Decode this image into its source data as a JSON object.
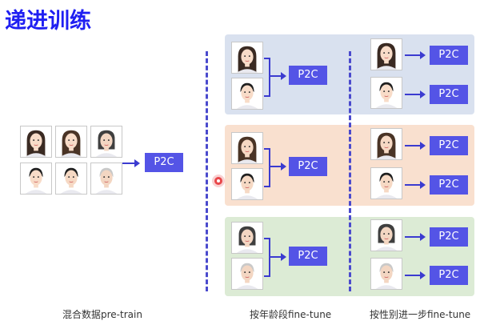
{
  "title": "递进训练",
  "box_label": "P2C",
  "captions": {
    "mixed": "混合数据pre-train",
    "age": "按年龄段fine-tune",
    "gender": "按性别进一步fine-tune"
  },
  "colors": {
    "title": "#1f1ff2",
    "box": "#5454e6",
    "panel_blue": "#d9e1ef",
    "panel_orange": "#f9e0cf",
    "panel_green": "#dcebd5",
    "dashed_line": "#4a4acd"
  },
  "faces": [
    {
      "id": "mix-1",
      "hair": "#3a2a22",
      "skin": "#f8dcc8",
      "hairstyle": "long"
    },
    {
      "id": "mix-2",
      "hair": "#4a3426",
      "skin": "#f8dcc8",
      "hairstyle": "long"
    },
    {
      "id": "mix-3",
      "hair": "#3f3f3f",
      "skin": "#f3d6c2",
      "hairstyle": "bob"
    },
    {
      "id": "mix-4",
      "hair": "#1f1f1f",
      "skin": "#f8dcc8",
      "hairstyle": "short"
    },
    {
      "id": "mix-5",
      "hair": "#1f1f1f",
      "skin": "#f6d9c4",
      "hairstyle": "short"
    },
    {
      "id": "mix-6",
      "hair": "#c9c9c9",
      "skin": "#f3d6c2",
      "hairstyle": "short"
    },
    {
      "id": "age-young-f",
      "hair": "#3a2a22",
      "skin": "#f8dcc8",
      "hairstyle": "long"
    },
    {
      "id": "age-young-m",
      "hair": "#1f1f1f",
      "skin": "#f8dcc8",
      "hairstyle": "short"
    },
    {
      "id": "age-mid-f",
      "hair": "#4a3426",
      "skin": "#f6d9c4",
      "hairstyle": "long"
    },
    {
      "id": "age-mid-m",
      "hair": "#1f1f1f",
      "skin": "#f6d9c4",
      "hairstyle": "short"
    },
    {
      "id": "age-old-f",
      "hair": "#3f3f3f",
      "skin": "#f3d6c2",
      "hairstyle": "bob"
    },
    {
      "id": "age-old-m",
      "hair": "#c9c9c9",
      "skin": "#f3d6c2",
      "hairstyle": "short"
    },
    {
      "id": "g-young-f",
      "hair": "#3a2a22",
      "skin": "#f8dcc8",
      "hairstyle": "long"
    },
    {
      "id": "g-young-m",
      "hair": "#1f1f1f",
      "skin": "#f8dcc8",
      "hairstyle": "short"
    },
    {
      "id": "g-mid-f",
      "hair": "#4a3426",
      "skin": "#f6d9c4",
      "hairstyle": "long"
    },
    {
      "id": "g-mid-m",
      "hair": "#1f1f1f",
      "skin": "#f6d9c4",
      "hairstyle": "short"
    },
    {
      "id": "g-old-f",
      "hair": "#3f3f3f",
      "skin": "#f3d6c2",
      "hairstyle": "bob"
    },
    {
      "id": "g-old-m",
      "hair": "#c9c9c9",
      "skin": "#f3d6c2",
      "hairstyle": "short"
    }
  ]
}
